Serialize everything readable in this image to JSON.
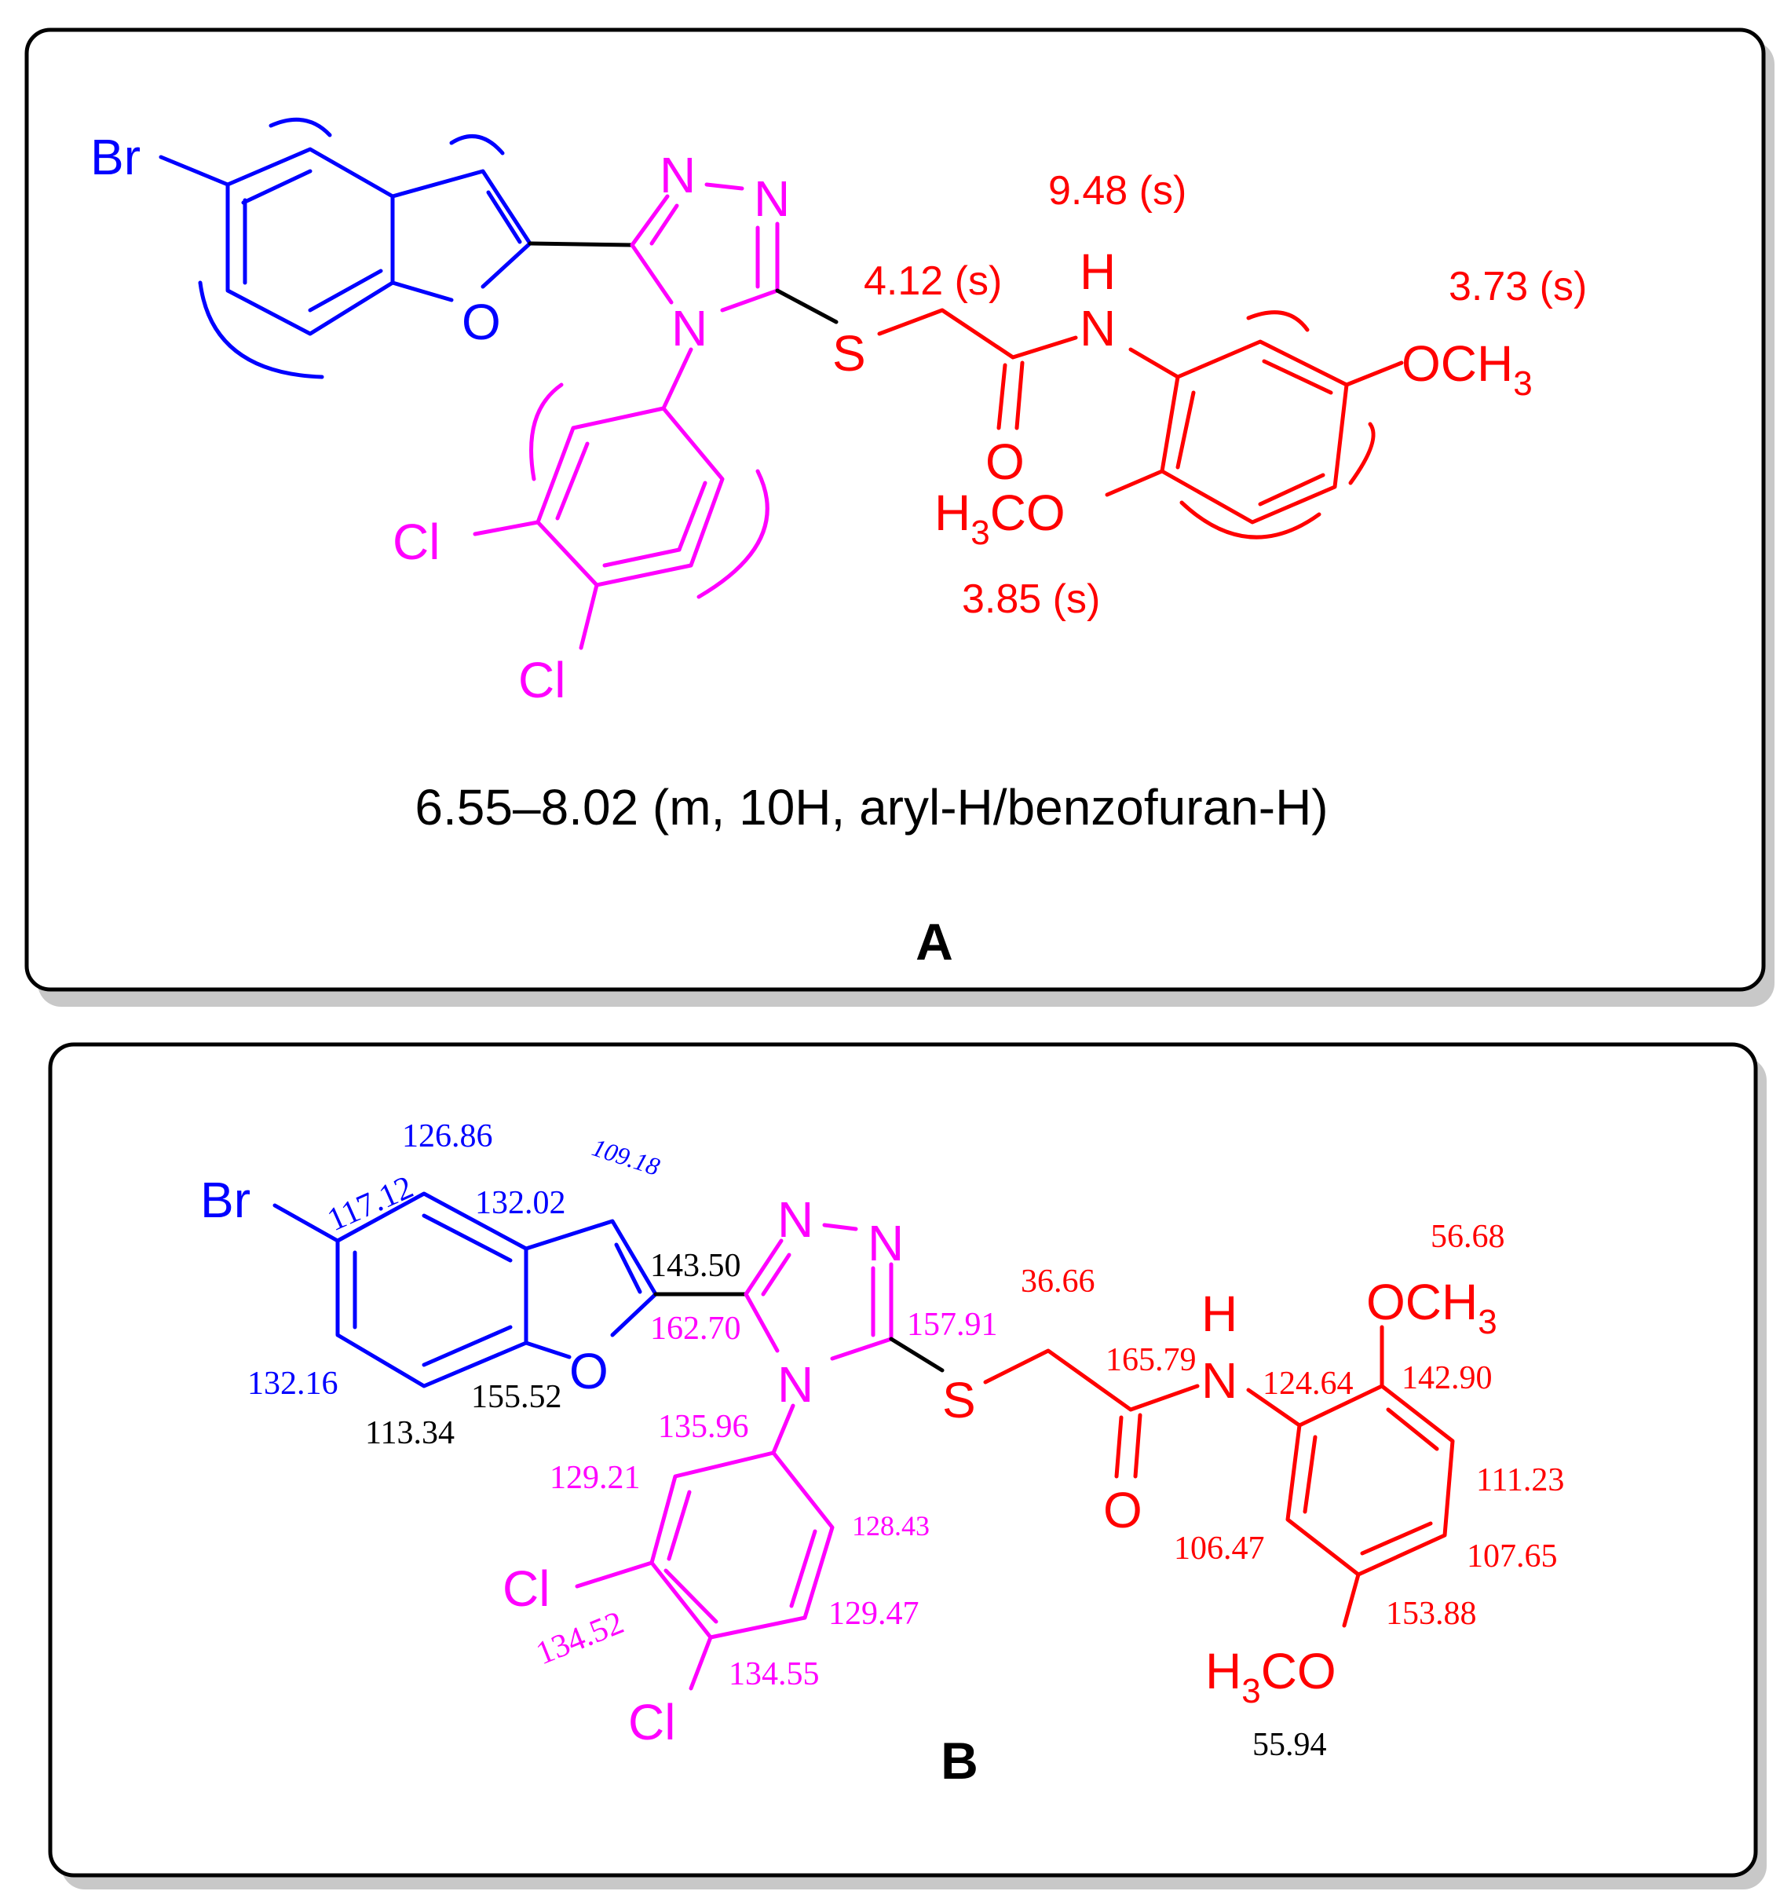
{
  "colors": {
    "benzofuran": "#0000ff",
    "triazole_dichlorophenyl": "#ff00ff",
    "acetamide_dimethoxyphenyl": "#ff0000",
    "neutral": "#000000"
  },
  "panel_a": {
    "label": "A",
    "summary": "6.55–8.02 (m, 10H, aryl-H/benzofuran-H)",
    "atoms": {
      "br": "Br",
      "o_furan": "O",
      "n1": "N",
      "n2": "N",
      "n4": "N",
      "s": "S",
      "nh_n": "N",
      "nh_h": "H",
      "o_carbonyl": "O",
      "och3_right": "OCH",
      "och3_right_sub": "3",
      "h3co_h": "H",
      "h3co_sub": "3",
      "h3co_rest": "CO",
      "cl_upper": "Cl",
      "cl_lower": "Cl"
    },
    "shifts": {
      "ch2": "4.12 (s)",
      "nh": "9.48 (s)",
      "och3_right": "3.73 (s)",
      "och3_left": "3.85 (s)"
    }
  },
  "panel_b": {
    "label": "B",
    "atoms": {
      "br": "Br",
      "o_furan": "O",
      "n1": "N",
      "n2": "N",
      "n4": "N",
      "s": "S",
      "nh_n": "N",
      "nh_h": "H",
      "o_carbonyl": "O",
      "och3_top": "OCH",
      "och3_top_sub": "3",
      "h3co_h": "H",
      "h3co_sub": "3",
      "h3co_rest": "CO",
      "cl_upper": "Cl",
      "cl_lower": "Cl"
    },
    "shifts": {
      "c_126_86": "126.86",
      "c_109_18": "109.18",
      "c_117_12": "117.12",
      "c_132_02": "132.02",
      "c_143_50": "143.50",
      "c_162_70": "162.70",
      "c_132_16": "132.16",
      "c_113_34": "113.34",
      "c_155_52": "155.52",
      "c_36_66": "36.66",
      "c_157_91": "157.91",
      "c_165_79": "165.79",
      "c_56_68": "56.68",
      "c_124_64": "124.64",
      "c_142_90": "142.90",
      "c_111_23": "111.23",
      "c_106_47": "106.47",
      "c_107_65": "107.65",
      "c_153_88": "153.88",
      "c_55_94": "55.94",
      "c_135_96": "135.96",
      "c_129_21": "129.21",
      "c_128_43": "128.43",
      "c_129_47": "129.47",
      "c_134_52": "134.52",
      "c_134_55": "134.55"
    }
  }
}
